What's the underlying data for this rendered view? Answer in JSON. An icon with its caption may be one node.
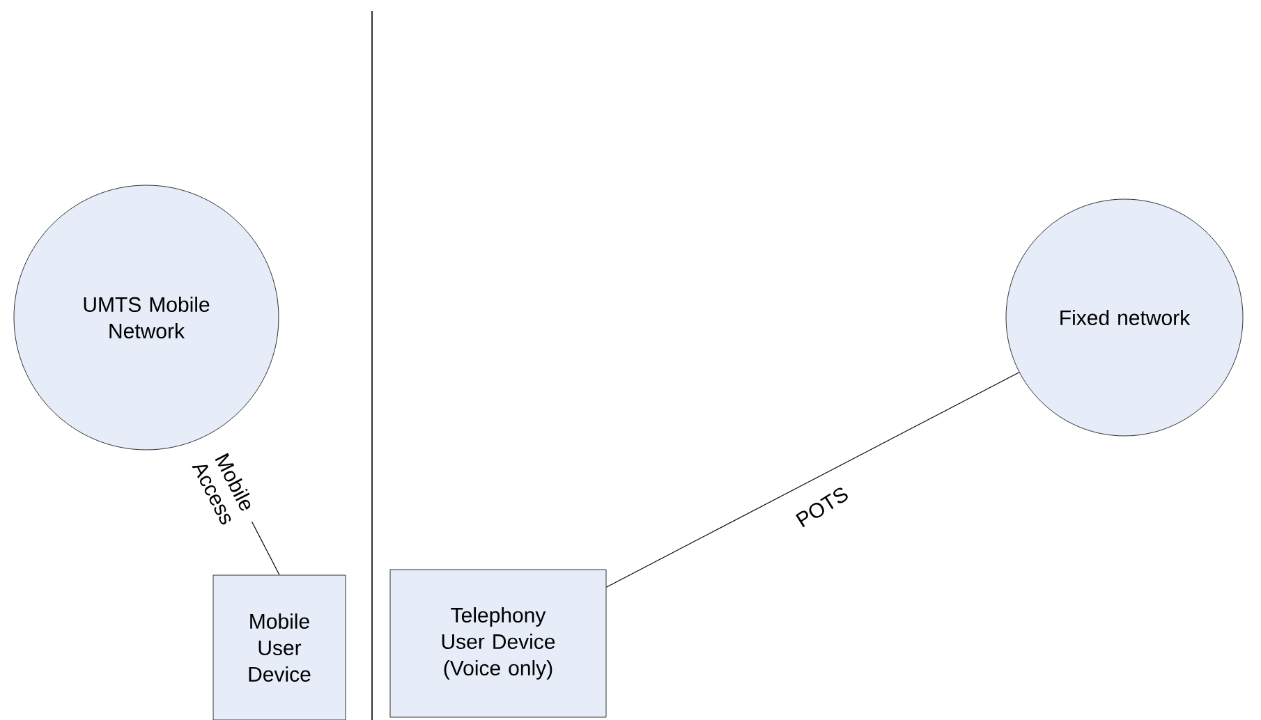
{
  "diagram": {
    "nodes": [
      {
        "text": [
          "UMTS Mobile Network"
        ]
      },
      {
        "text": [
          "Fixed network"
        ]
      },
      {
        "text": [
          "Mobile User Device"
        ]
      },
      {
        "text": [
          "Telephony User Device (Voice only)"
        ]
      }
    ],
    "edges": [
      {
        "from": 0,
        "to": 2,
        "arrow": "none",
        "label": "Mobile Access"
      },
      {
        "from": 3,
        "to": 1,
        "arrow": "none",
        "label": "POTS"
      }
    ]
  }
}
